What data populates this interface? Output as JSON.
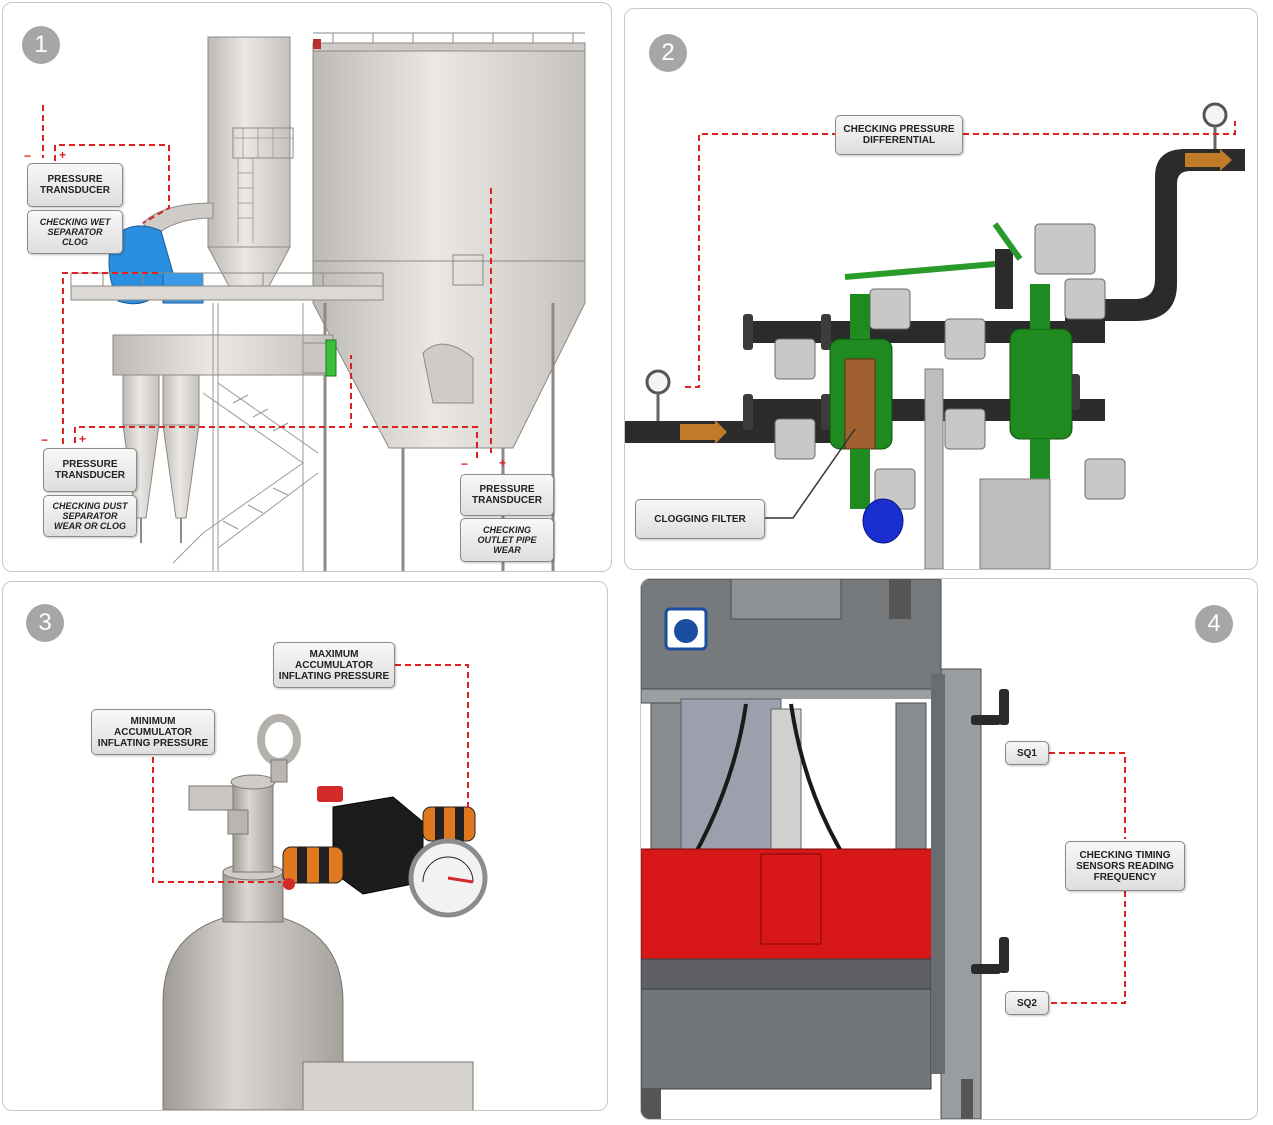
{
  "colors": {
    "callout_line": "#e02020",
    "panel_border": "#c7c7c7",
    "badge": "#a6a6a6",
    "metal": "#d9d6d2",
    "pipe": "#2b2b2b",
    "filter_green": "#1f8a1f",
    "fan_blue": "#2b8fe0",
    "machine_red": "#d81818",
    "machine_grey": "#7d7f82"
  },
  "panel1": {
    "badge": "1",
    "minus_sign": "−",
    "plus_sign": "+",
    "label_transducer_1": "PRESSURE\nTRANSDUCER",
    "label_wet_separator": "CHECKING WET\nSEPARATOR\nCLOG",
    "label_transducer_2": "PRESSURE\nTRANSDUCER",
    "label_dust_separator": "CHECKING DUST\nSEPARATOR\nWEAR OR CLOG",
    "label_transducer_3": "PRESSURE\nTRANSDUCER",
    "label_outlet_pipe": "CHECKING\nOUTLET PIPE\nWEAR"
  },
  "panel2": {
    "badge": "2",
    "label_pressure_diff": "CHECKING PRESSURE\nDIFFERENTIAL",
    "label_clogging_filter": "CLOGGING FILTER"
  },
  "panel3": {
    "badge": "3",
    "label_max_pressure": "MAXIMUM\nACCUMULATOR\nINFLATING PRESSURE",
    "label_min_pressure": "MINIMUM\nACCUMULATOR\nINFLATING PRESSURE"
  },
  "panel4": {
    "badge": "4",
    "label_sq1": "SQ1",
    "label_sq2": "SQ2",
    "label_timing": "CHECKING TIMING\nSENSORS READING\nFREQUENCY"
  }
}
